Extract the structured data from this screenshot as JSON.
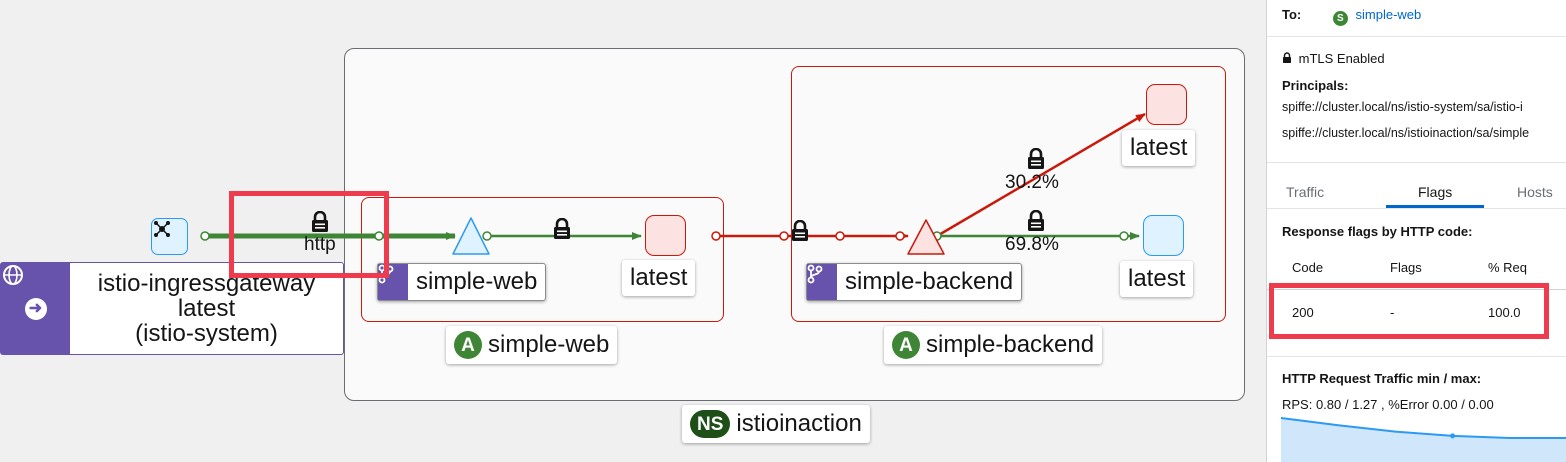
{
  "graph": {
    "namespace_label": "istioinaction",
    "namespace_badge": "NS",
    "app_badge": "A",
    "app_boxes": [
      {
        "name": "simple-web"
      },
      {
        "name": "simple-backend"
      }
    ],
    "ingress": {
      "line1": "istio-ingressgateway",
      "line2": "latest",
      "line3": "(istio-system)"
    },
    "workloads": [
      {
        "name": "simple-web"
      },
      {
        "name": "simple-backend"
      }
    ],
    "versions": {
      "web_latest": "latest",
      "backend_top_latest": "latest",
      "backend_bottom_latest": "latest"
    },
    "edges": {
      "ingress_protocol": "http",
      "split_top_percent": "30.2%",
      "split_bottom_percent": "69.8%"
    },
    "colors": {
      "healthy": "#3e8635",
      "error": "#c9190b",
      "highlight": "#ee3b4d",
      "workload": "#6753ac"
    }
  },
  "panel": {
    "to_label": "To:",
    "to_service": "simple-web",
    "mtls": "mTLS Enabled",
    "principals_label": "Principals:",
    "principals": [
      "spiffe://cluster.local/ns/istio-system/sa/istio-i",
      "spiffe://cluster.local/ns/istioinaction/sa/simple"
    ],
    "tabs": [
      "Traffic",
      "Flags",
      "Hosts"
    ],
    "active_tab": "Flags",
    "flags_title": "Response flags by HTTP code:",
    "table": {
      "headers": [
        "Code",
        "Flags",
        "% Req"
      ],
      "rows": [
        {
          "code": "200",
          "flags": "-",
          "req": "100.0"
        }
      ]
    },
    "traffic_title": "HTTP Request Traffic min / max:",
    "rps_line": "RPS: 0.80 / 1.27 , %Error 0.00 / 0.00",
    "sparkline": [
      1.27,
      1.1,
      0.95,
      0.85,
      0.8,
      0.8
    ]
  }
}
